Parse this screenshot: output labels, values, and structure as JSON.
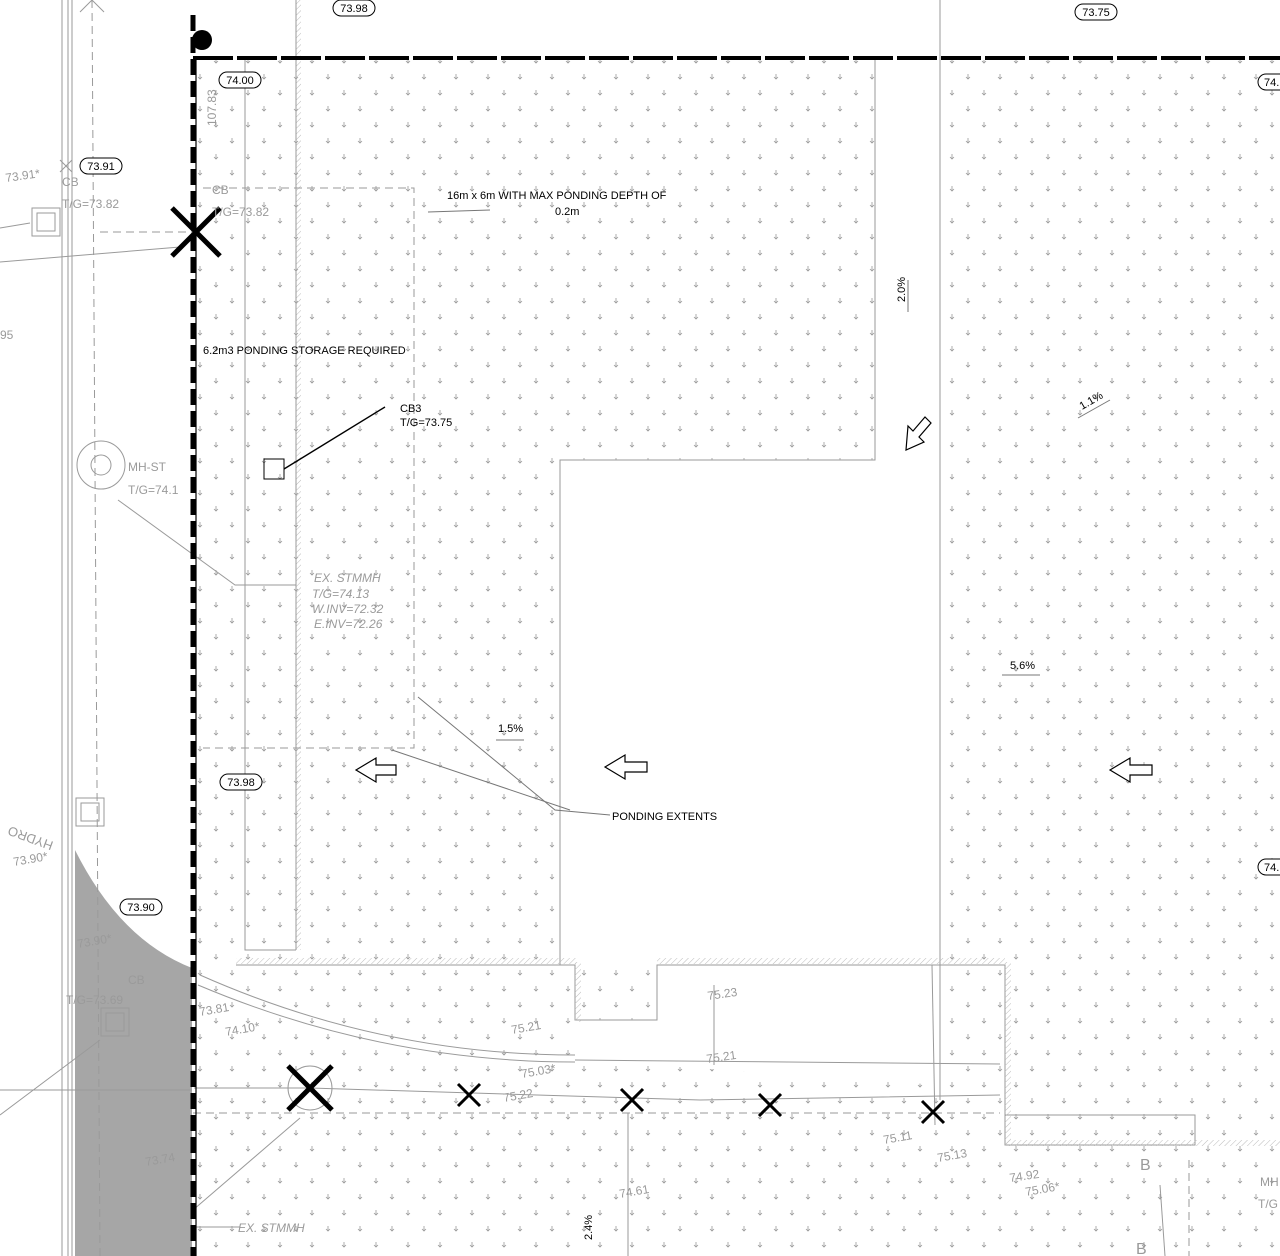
{
  "drawing": {
    "colors": {
      "linework": "#000000",
      "existing": "#9a9a9a",
      "shaded_area": "#a6a6a6",
      "background": "#ffffff"
    },
    "boxed_elevations": [
      "73.98",
      "73.75",
      "74.00",
      "73.91",
      "73.98",
      "73.90",
      "74.",
      "74."
    ],
    "notes": {
      "ponding_size": "16m x 6m WITH MAX PONDING DEPTH OF",
      "ponding_depth": "0.2m",
      "storage": "6.2m3 PONDING STORAGE REQUIRED",
      "cb3_name": "CB3",
      "cb3_tg": "T/G=73.75",
      "ponding_extents": "PONDING EXTENTS"
    },
    "slopes": [
      "2.0%",
      "1.1%",
      "5.6%",
      "1.5%",
      "2.4%"
    ],
    "existing_labels": {
      "cb_a": "CB",
      "cb_a_tg": "T/G=73.82",
      "spot_a": "73.91*",
      "cb_b": "CB",
      "cb_b_tg": "T/G=73.82",
      "partial_95": "95",
      "bearing": "107.83",
      "mh": "MH-ST",
      "mh_tg": "T/G=74.1",
      "stmmh_title": "EX. STMMH",
      "stmmh_tg": "T/G=74.13",
      "stmmh_winv": "W.INV=72.32",
      "stmmh_einv": "E.INV=72.26",
      "hydro": "HYDRO",
      "spot_hydro": "73.90*",
      "spot_b": "73.90*",
      "cb_c": "CB",
      "cb_c_tg": "T/G=73.69",
      "stmmh_bottom": "EX. STMMH",
      "mh_right": "MH",
      "mh_right_tg": "T/G",
      "bay_b1": "B",
      "bay_b2": "B"
    },
    "spot_elevations": [
      "73.81",
      "74.10*",
      "75.21",
      "75.03*",
      "75.22",
      "73.74",
      "75.23",
      "75.21",
      "75.11",
      "75.13",
      "74.92",
      "75.06*",
      "74.61"
    ]
  }
}
